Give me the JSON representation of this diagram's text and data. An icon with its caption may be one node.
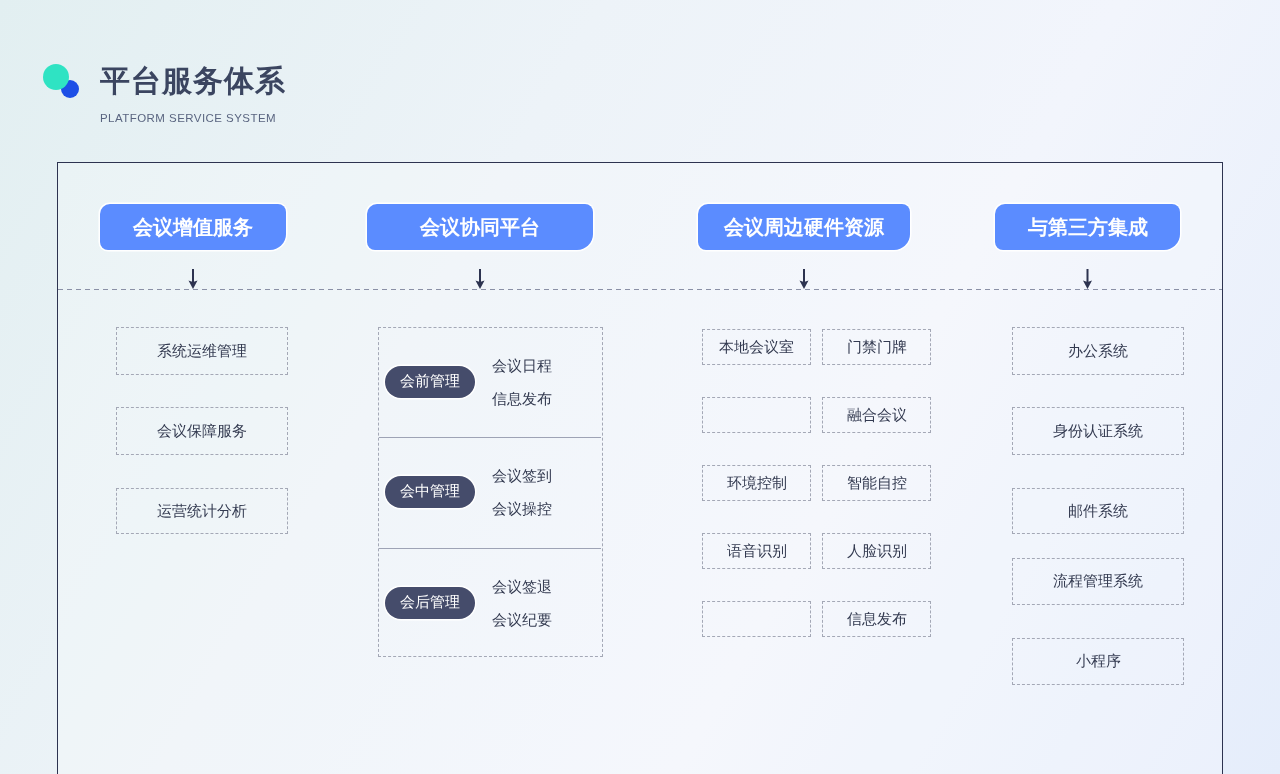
{
  "diagram": {
    "title": "平台服务体系",
    "nodes": [
      {
        "text": [
          "会议增值服务"
        ]
      },
      {
        "text": [
          "会议协同平台"
        ]
      },
      {
        "text": [
          "会议周边硬件资源"
        ]
      },
      {
        "text": [
          "与第三方集成"
        ]
      },
      {
        "text": [
          "系统运维管理"
        ]
      },
      {
        "text": [
          "会议保障服务"
        ]
      },
      {
        "text": [
          "运营统计分析"
        ]
      },
      {
        "text": [],
        "shape": "box"
      },
      {
        "text": [
          "会前管理"
        ],
        "in": 7,
        "beside": [
          "会议日程",
          "信息发布"
        ]
      },
      {
        "text": [
          "会中管理"
        ],
        "in": 7,
        "beside": [
          "会议签到",
          "会议操控"
        ]
      },
      {
        "text": [
          "会后管理"
        ],
        "in": 7,
        "beside": [
          "会议签退",
          "会议纪要"
        ]
      },
      {
        "text": [
          "本地会议室"
        ]
      },
      {
        "text": [
          "门禁门牌"
        ]
      },
      {
        "text": [],
        "shape": "box"
      },
      {
        "text": [
          "融合会议"
        ]
      },
      {
        "text": [
          "环境控制"
        ]
      },
      {
        "text": [
          "智能自控"
        ]
      },
      {
        "text": [
          "语音识别"
        ]
      },
      {
        "text": [
          "人脸识别"
        ]
      },
      {
        "text": [],
        "shape": "box"
      },
      {
        "text": [
          "信息发布"
        ]
      },
      {
        "text": [
          "办公系统"
        ]
      },
      {
        "text": [
          "身份认证系统"
        ]
      },
      {
        "text": [
          "邮件系统"
        ]
      },
      {
        "text": [
          "流程管理系统"
        ]
      },
      {
        "text": [
          "小程序"
        ]
      }
    ],
    "labels": [
      "PLATFORM SERVICE SYSTEM"
    ]
  }
}
